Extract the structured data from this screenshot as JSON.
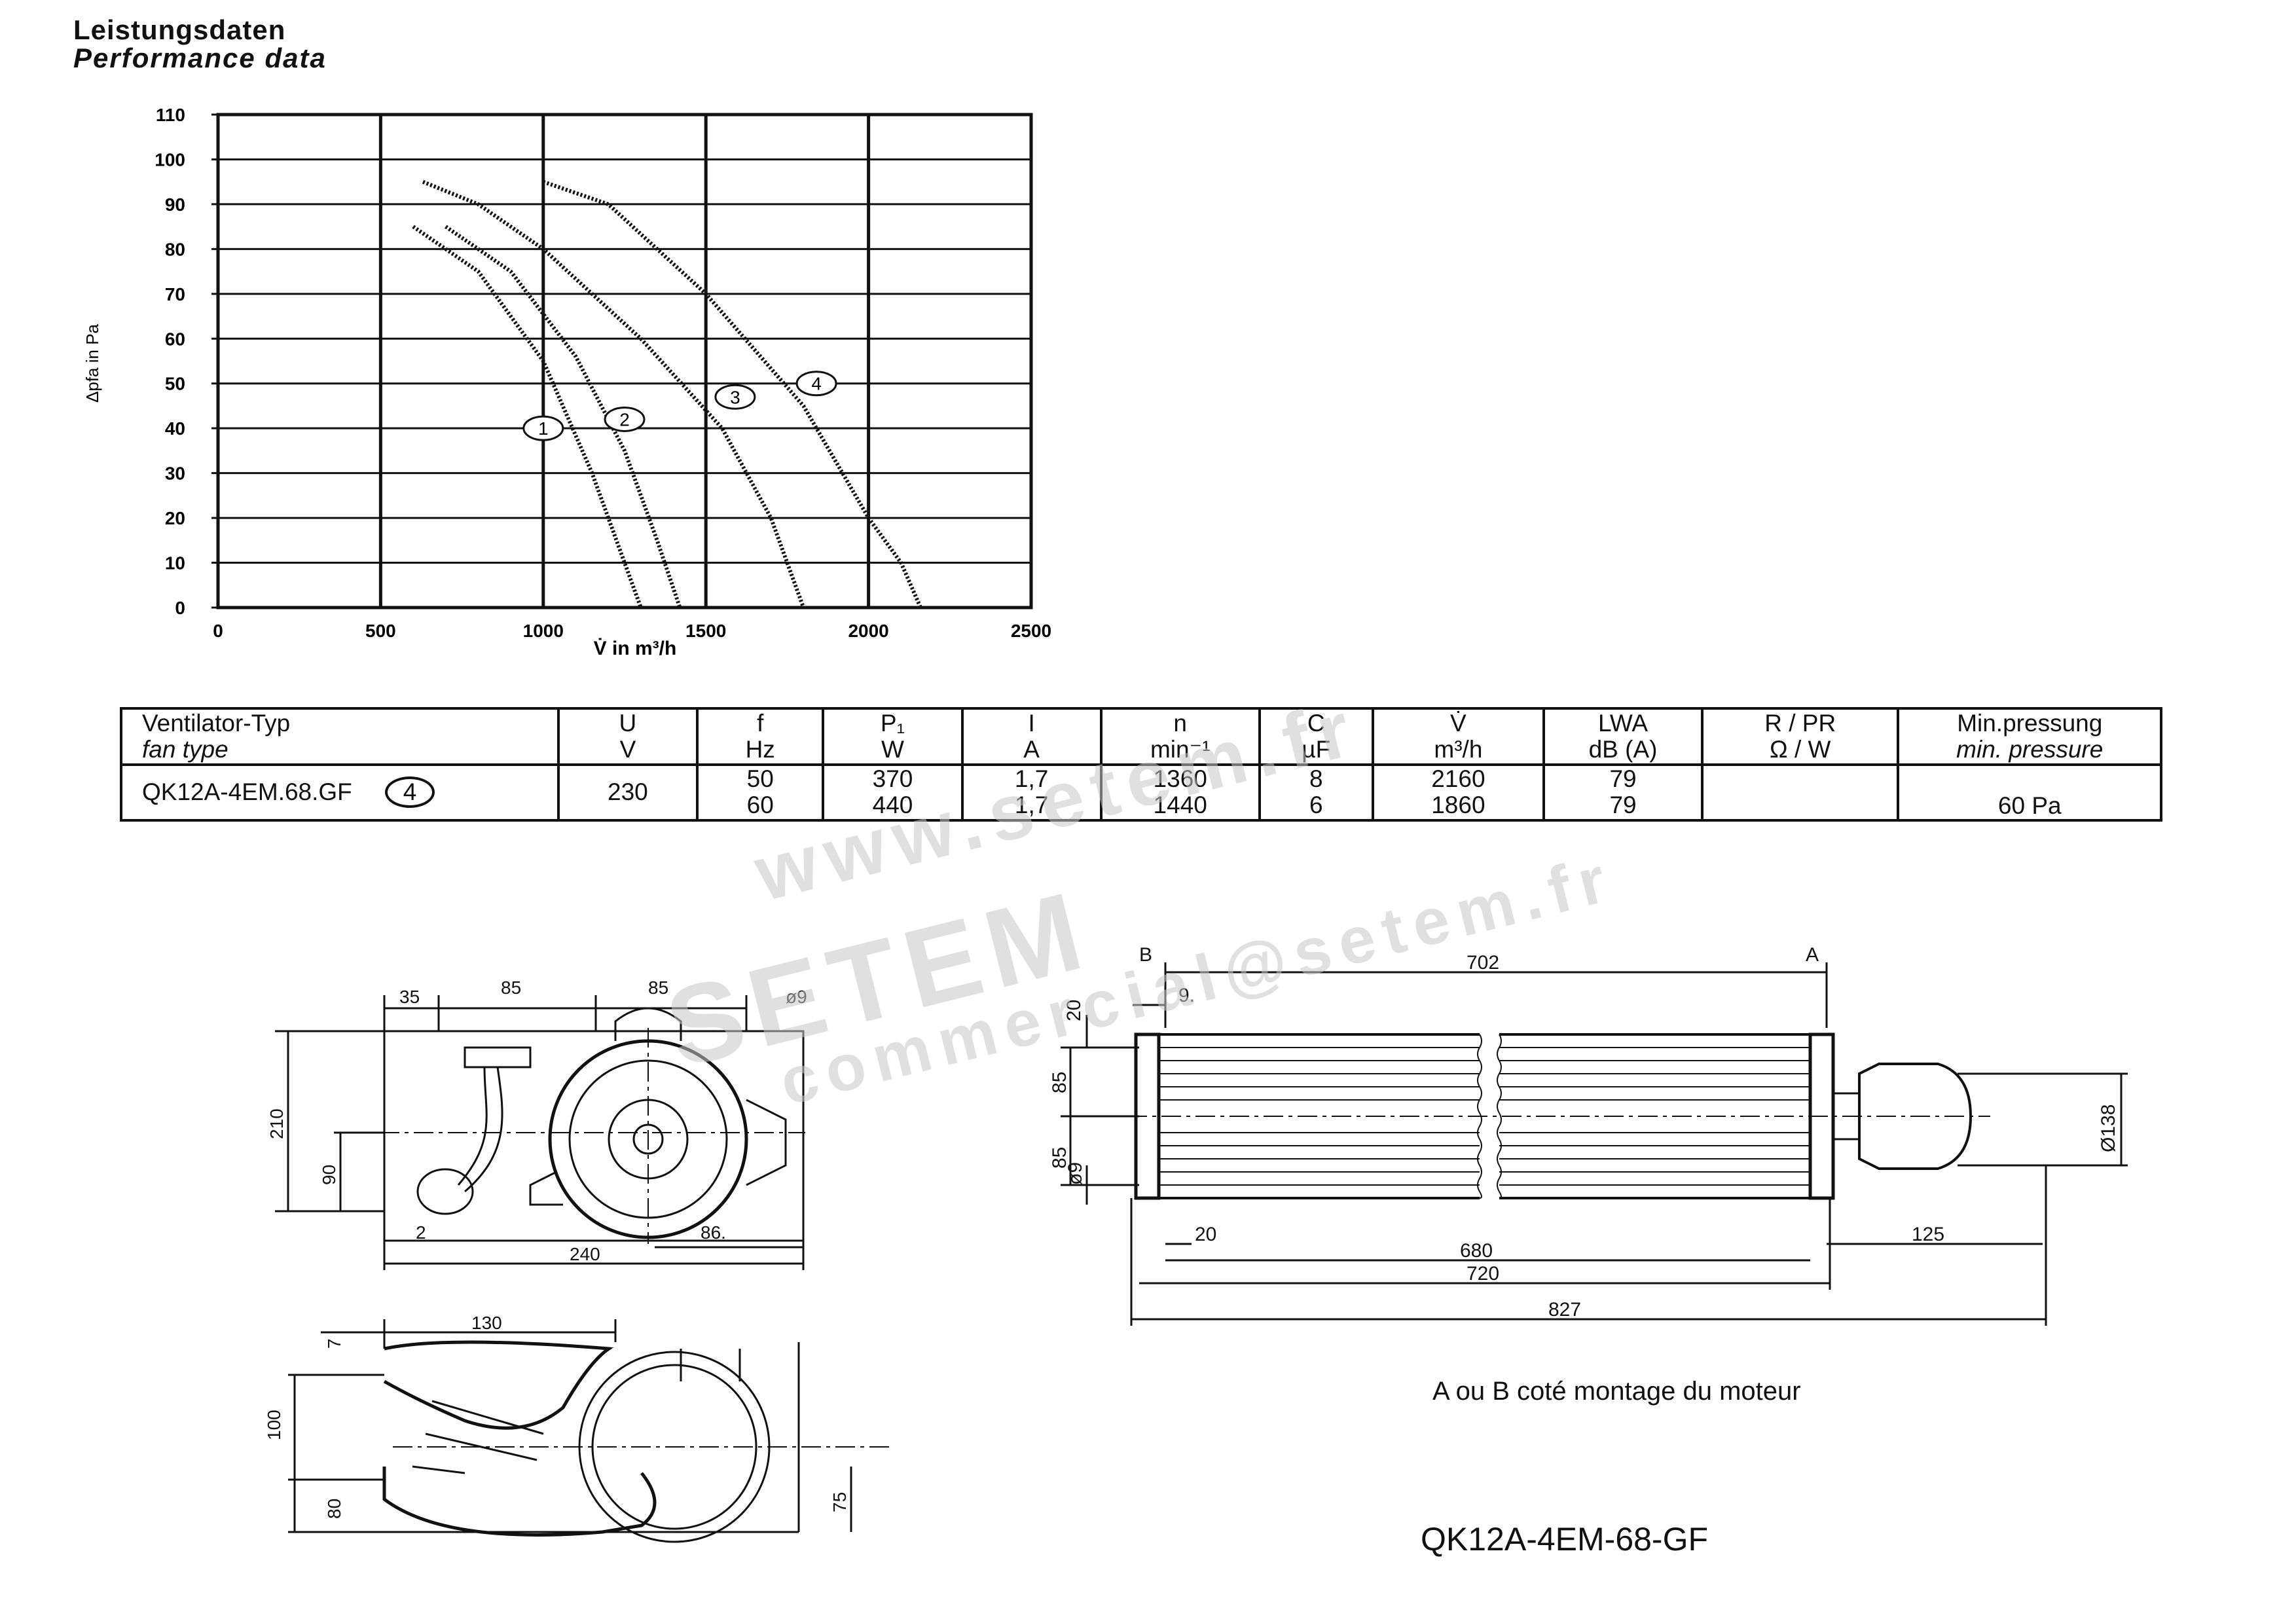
{
  "header": {
    "title_de": "Leistungsdaten",
    "title_en": "Performance data"
  },
  "chart_data": {
    "type": "line",
    "xlabel": "V̇ in m³/h",
    "ylabel": "Δpfa in Pa",
    "xlim": [
      0,
      2500
    ],
    "ylim": [
      0,
      110
    ],
    "xticks": [
      "0",
      "500",
      "1000",
      "1500",
      "2000",
      "2500"
    ],
    "yticks": [
      "0",
      "10",
      "20",
      "30",
      "40",
      "50",
      "60",
      "70",
      "80",
      "90",
      "100",
      "110"
    ],
    "grid": true,
    "series": [
      {
        "name": "1",
        "x": [
          600,
          800,
          1000,
          1150,
          1250,
          1300
        ],
        "y": [
          85,
          75,
          55,
          30,
          10,
          0
        ]
      },
      {
        "name": "2",
        "x": [
          700,
          900,
          1100,
          1250,
          1350,
          1420
        ],
        "y": [
          85,
          75,
          56,
          35,
          15,
          0
        ]
      },
      {
        "name": "3",
        "x": [
          630,
          800,
          1000,
          1300,
          1550,
          1700,
          1800
        ],
        "y": [
          95,
          90,
          80,
          60,
          40,
          20,
          0
        ]
      },
      {
        "name": "4",
        "x": [
          1000,
          1200,
          1500,
          1800,
          2000,
          2100,
          2160
        ],
        "y": [
          95,
          90,
          70,
          45,
          20,
          10,
          0
        ]
      }
    ]
  },
  "spec_table": {
    "headers": [
      {
        "top": "Ventilator-Typ",
        "bottom": "fan type"
      },
      {
        "top": "U",
        "bottom": "V"
      },
      {
        "top": "f",
        "bottom": "Hz"
      },
      {
        "top": "P₁",
        "bottom": "W"
      },
      {
        "top": "I",
        "bottom": "A"
      },
      {
        "top": "n",
        "bottom": "min⁻¹"
      },
      {
        "top": "C",
        "bottom": "µF"
      },
      {
        "top": "V̇",
        "bottom": "m³/h"
      },
      {
        "top": "LWA",
        "bottom": "dB (A)"
      },
      {
        "top": "R / PR",
        "bottom": "Ω / W"
      },
      {
        "top": "Min.pressung",
        "bottom": "min. pressure"
      }
    ],
    "model": "QK12A-4EM.68.GF",
    "curve": "4",
    "voltage": "230",
    "rows": [
      {
        "f": "50",
        "p": "370",
        "i": "1,7",
        "n": "1360",
        "c": "8",
        "v": "2160",
        "lwa": "79"
      },
      {
        "f": "60",
        "p": "440",
        "i": "1,7",
        "n": "1440",
        "c": "6",
        "v": "1860",
        "lwa": "79"
      }
    ],
    "rp": "",
    "min_pressure": "60 Pa"
  },
  "drawing_front": {
    "dims": {
      "d35": "35",
      "d85a": "85",
      "d85b": "85",
      "dia9": "ø9",
      "d210": "210",
      "d90": "90",
      "d2": "2",
      "d86": "86.",
      "d240": "240"
    }
  },
  "drawing_side": {
    "dims": {
      "d7": "7",
      "d130": "130",
      "d100": "100",
      "d80": "80",
      "d75": "75"
    }
  },
  "drawing_long": {
    "dims": {
      "b": "B",
      "a": "A",
      "d702": "702",
      "d9": "9.",
      "d20": "20",
      "d85a": "85",
      "d85b": "85",
      "dia9": "ø9",
      "dia138": "Ø138",
      "d20b": "20",
      "d125": "125",
      "d680": "680",
      "d720": "720",
      "d827": "827"
    },
    "caption": "A ou B coté montage du moteur"
  },
  "model_label": "QK12A-4EM-68-GF",
  "watermarks": [
    "www.setem.fr",
    "SETEM",
    "commercial@setem.fr"
  ]
}
